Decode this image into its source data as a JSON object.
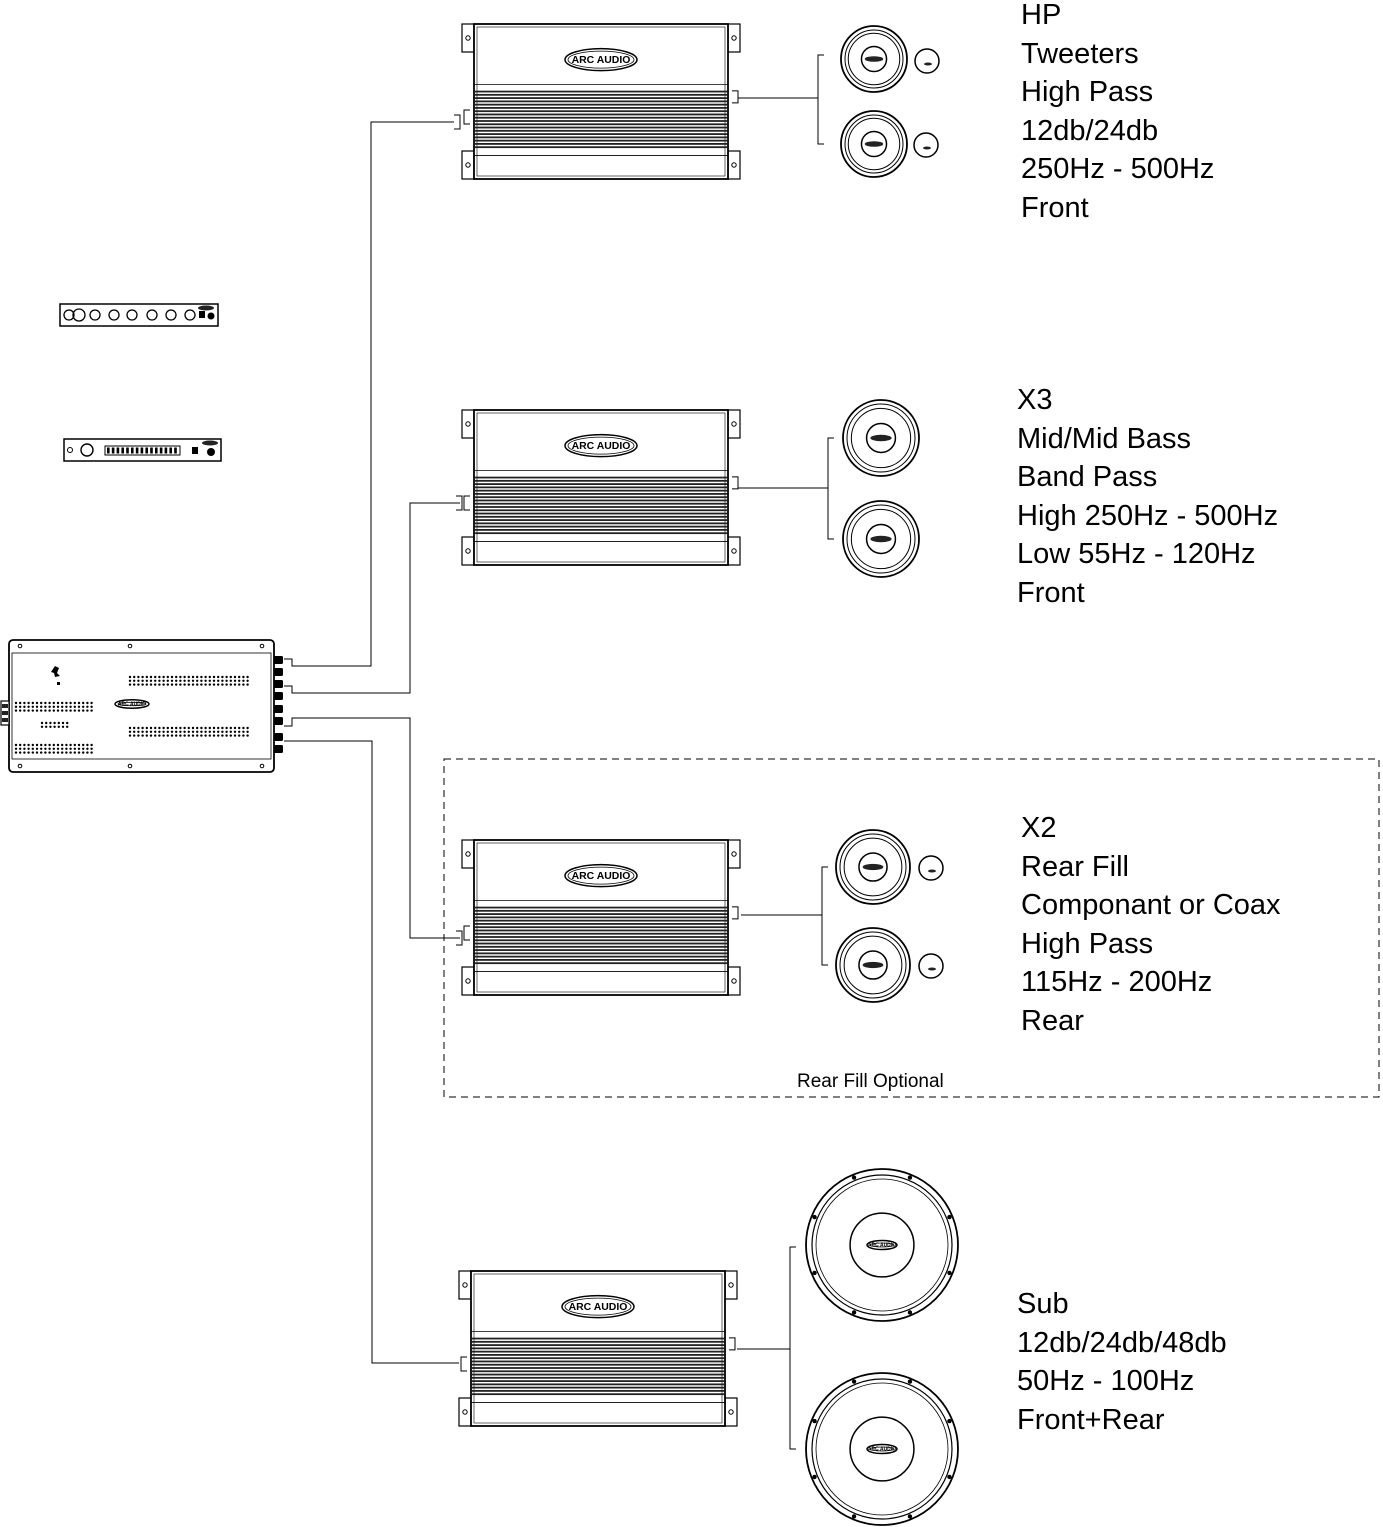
{
  "brand": "ARC AUDIO",
  "colors": {
    "line": "#000000",
    "background": "#ffffff",
    "fin_fill": "#222222"
  },
  "groups": [
    {
      "id": "hp",
      "lines": [
        "HP",
        "Tweeters",
        "High Pass",
        "12db/24db",
        "250Hz - 500Hz",
        "Front"
      ]
    },
    {
      "id": "x3",
      "lines": [
        "X3",
        "Mid/Mid Bass",
        "Band Pass",
        "High 250Hz - 500Hz",
        "Low 55Hz - 120Hz",
        "Front"
      ]
    },
    {
      "id": "x2",
      "lines": [
        "X2",
        "Rear Fill",
        "Componant or Coax",
        "High Pass",
        "115Hz - 200Hz",
        "Rear"
      ]
    },
    {
      "id": "sub",
      "lines": [
        "Sub",
        "12db/24db/48db",
        "50Hz - 100Hz",
        "Front+Rear"
      ]
    }
  ],
  "optional_note": "Rear Fill Optional"
}
